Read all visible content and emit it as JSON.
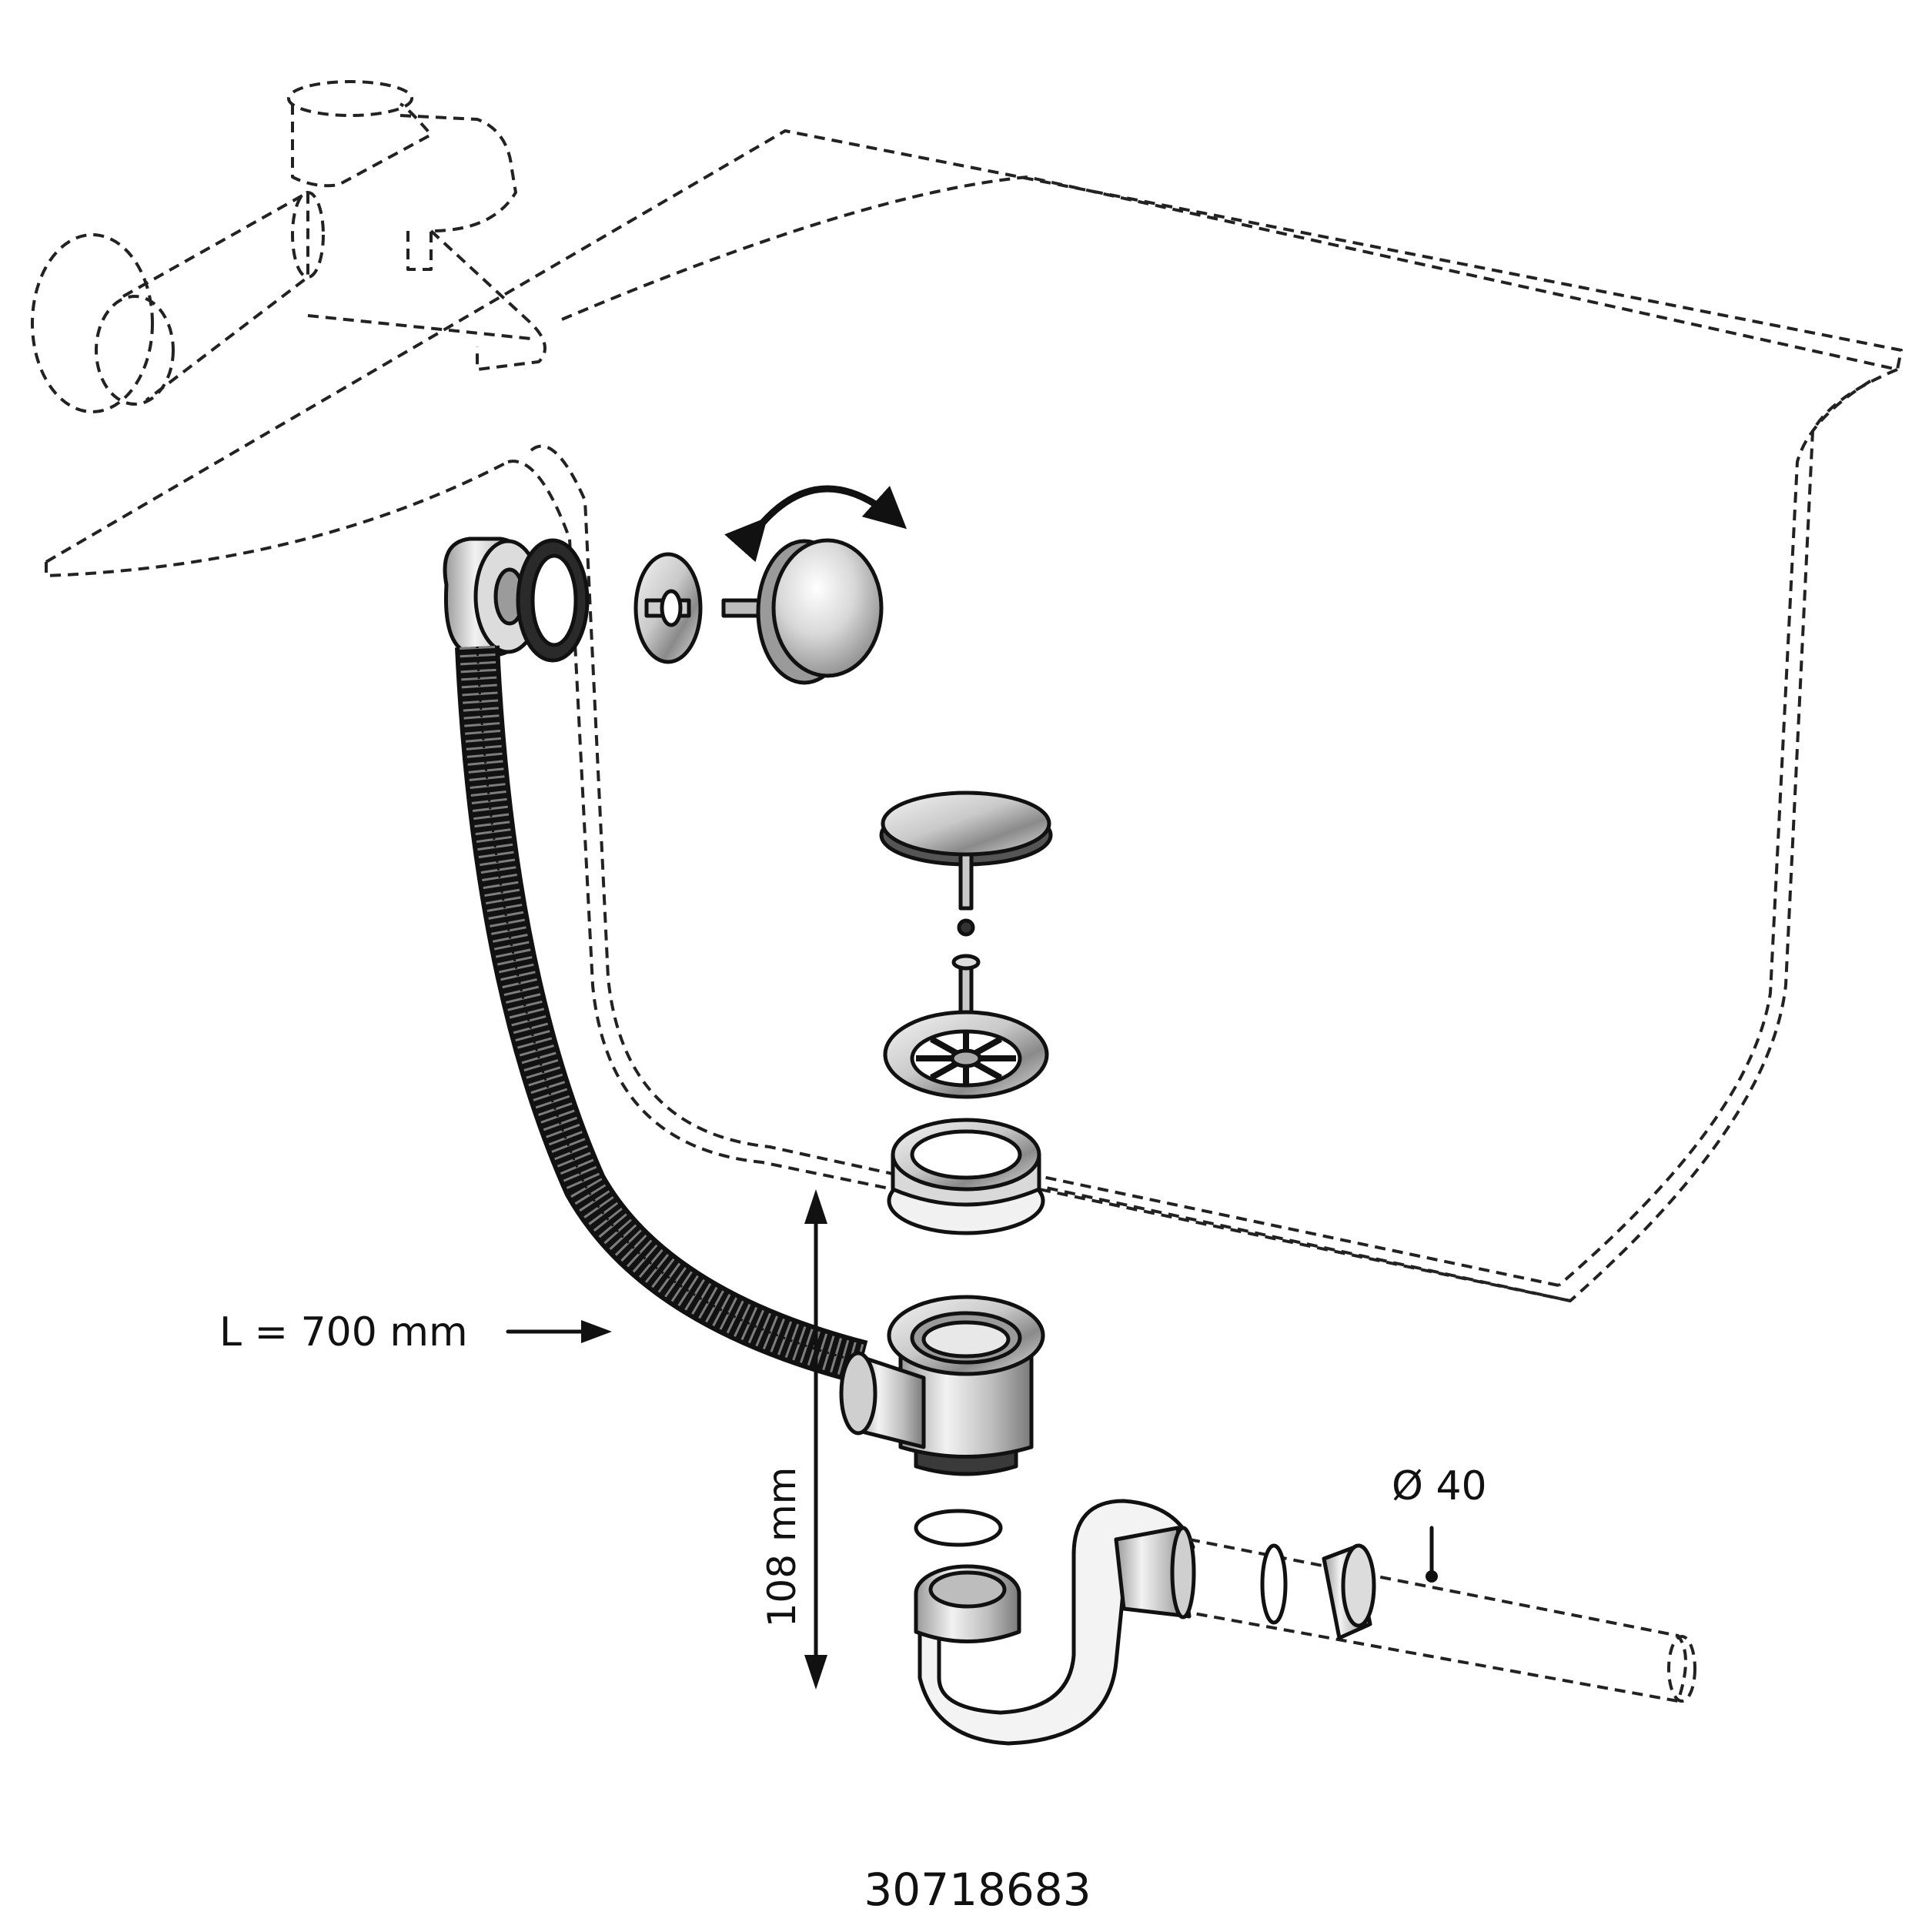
{
  "labels": {
    "hose_length": "L = 700 mm",
    "height": "108 mm",
    "diameter": "Ø 40",
    "article_number": "30718683"
  },
  "colors": {
    "ink": "#111111",
    "metal_light": "#e6e6e6",
    "metal_mid": "#b5b5b5",
    "metal_dark": "#7a7a7a",
    "paper": "#ffffff"
  },
  "icons": {
    "rotate": "double-curved-arrow-icon",
    "pointer": "right-arrow-icon"
  }
}
